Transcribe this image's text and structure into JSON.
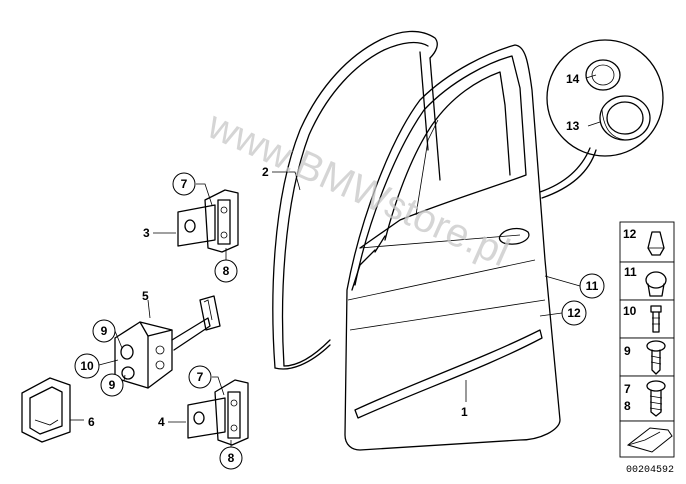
{
  "watermark": "www.BMWstore.pl",
  "doc_number": "00204592",
  "labels": {
    "p1": "1",
    "p2": "2",
    "p3": "3",
    "p4": "4",
    "p5": "5",
    "p6": "6",
    "p7a": "7",
    "p7b": "7",
    "p8a": "8",
    "p8b": "8",
    "p9a": "9",
    "p9b": "9",
    "p10": "10",
    "p11": "11",
    "p12": "12",
    "p13": "13",
    "p14": "14"
  },
  "side_panel": [
    "12",
    "11",
    "10",
    "9",
    "7",
    "8"
  ]
}
